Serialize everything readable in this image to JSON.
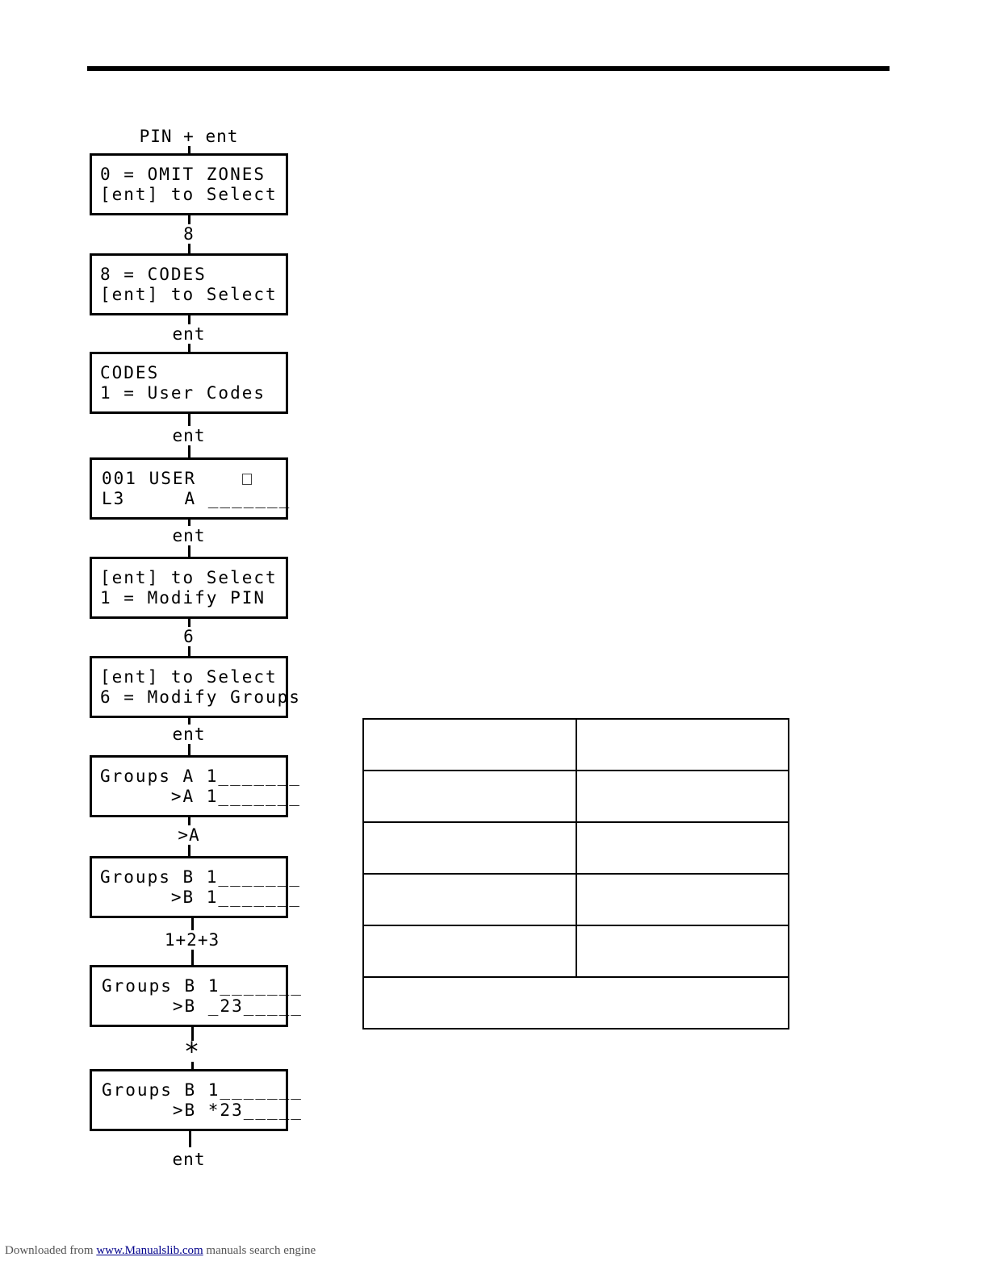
{
  "flow": {
    "start_key": "PIN + ent",
    "screens": [
      {
        "line1": "0 = OMIT ZONES",
        "line2": "[ent] to Select"
      },
      {
        "line1": "8 = CODES",
        "line2": "[ent] to Select"
      },
      {
        "line1": "CODES",
        "line2": "1 = User Codes"
      },
      {
        "line1": "001 USER",
        "line2": "L3     A _______"
      },
      {
        "line1": "[ent] to Select",
        "line2": "1 = Modify PIN"
      },
      {
        "line1": "[ent] to Select",
        "line2": "6 = Modify Groups"
      },
      {
        "line1": "Groups A 1_______",
        "line2": "      >A 1_______"
      },
      {
        "line1": "Groups B 1_______",
        "line2": "      >B 1_______"
      },
      {
        "line1": "Groups B 1_______",
        "line2": "      >B _23_____"
      },
      {
        "line1": "Groups B 1_______",
        "line2": "      >B *23_____"
      }
    ],
    "keys": [
      "8",
      "ent",
      "ent",
      "ent",
      "6",
      "ent",
      ">A",
      "1+2+3",
      "*",
      "ent"
    ]
  },
  "footer": {
    "prefix": "Downloaded from ",
    "link_text": "www.Manualslib.com",
    "suffix": " manuals search engine"
  }
}
